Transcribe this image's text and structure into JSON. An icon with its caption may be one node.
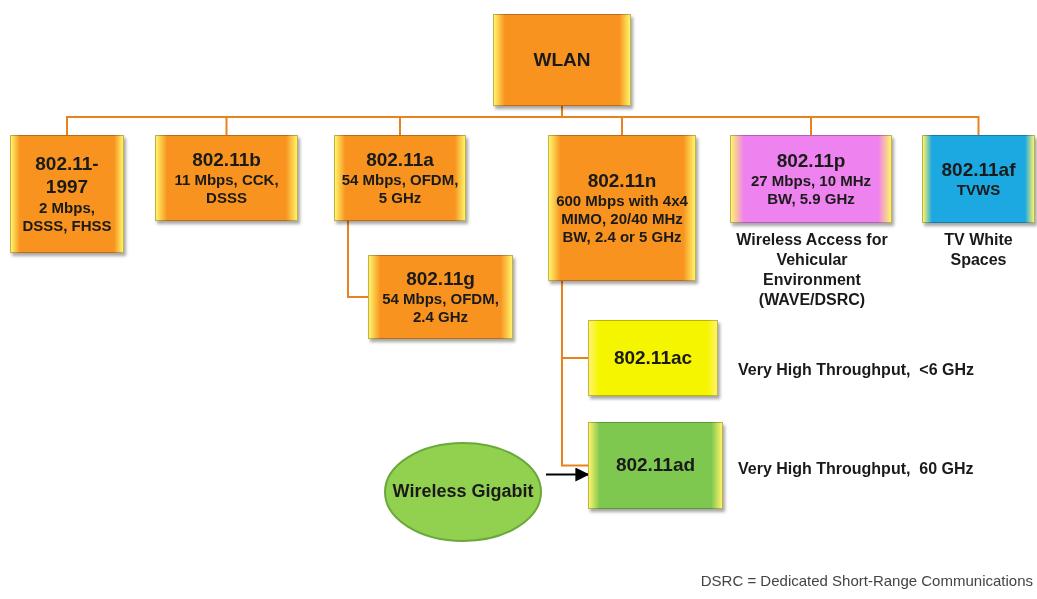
{
  "diagram": {
    "nodes": [
      {
        "text": [
          "WLAN"
        ]
      },
      {
        "text": [
          "802.11- 1997",
          "2 Mbps, DSSS, FHSS"
        ]
      },
      {
        "text": [
          "802.11b",
          "11 Mbps, CCK, DSSS"
        ]
      },
      {
        "text": [
          "802.11a",
          "54 Mbps, OFDM, 5 GHz"
        ]
      },
      {
        "text": [
          "802.11g",
          "54 Mbps, OFDM, 2.4 GHz"
        ]
      },
      {
        "text": [
          "802.11n",
          "600 Mbps with 4x4 MIMO, 20/40 MHz BW, 2.4 or 5 GHz"
        ]
      },
      {
        "text": [
          "802.11p",
          "27 Mbps, 10 MHz BW, 5.9 GHz"
        ],
        "beside": [
          "Wireless Access for Vehicular Environment (WAVE/DSRC)"
        ]
      },
      {
        "text": [
          "802.11af",
          "TVWS"
        ],
        "beside": [
          "TV White Spaces"
        ]
      },
      {
        "text": [
          "802.11ac"
        ],
        "beside": [
          "Very High Throughput,  <6 GHz"
        ]
      },
      {
        "text": [
          "802.11ad"
        ],
        "beside": [
          "Very High Throughput,  60 GHz"
        ]
      },
      {
        "text": [
          "Wireless Gigabit"
        ]
      }
    ],
    "edges": [
      {
        "from": 0,
        "to": 1,
        "arrow": "none"
      },
      {
        "from": 0,
        "to": 2,
        "arrow": "none"
      },
      {
        "from": 0,
        "to": 3,
        "arrow": "none"
      },
      {
        "from": 0,
        "to": 5,
        "arrow": "none"
      },
      {
        "from": 0,
        "to": 6,
        "arrow": "none"
      },
      {
        "from": 0,
        "to": 7,
        "arrow": "none"
      },
      {
        "from": 3,
        "to": 4,
        "arrow": "none"
      },
      {
        "from": 5,
        "to": 8,
        "arrow": "none"
      },
      {
        "from": 5,
        "to": 9,
        "arrow": "none"
      },
      {
        "from": 10,
        "to": 9,
        "arrow": "to",
        "color": "#000000"
      }
    ],
    "labels": [
      "DSRC = Dedicated Short-Range Communications"
    ]
  }
}
